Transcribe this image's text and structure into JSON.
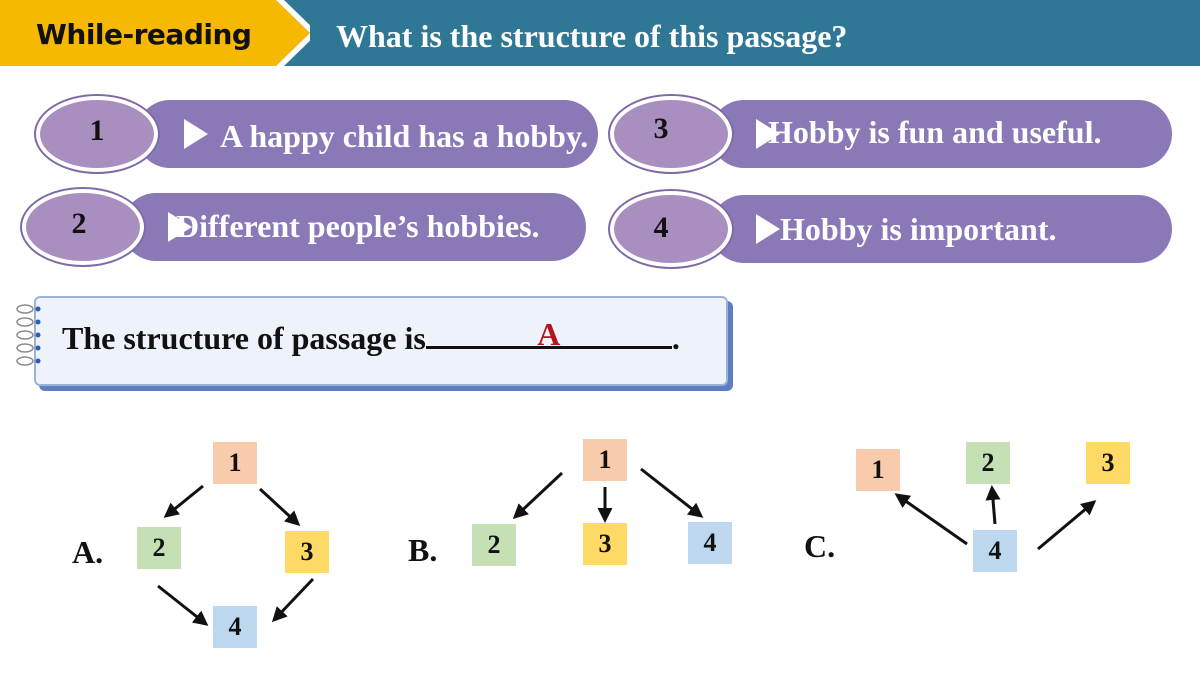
{
  "header": {
    "tag_label": "While-reading",
    "question": "What is the structure of this passage?",
    "tag_color": "#f6b800",
    "bar_color": "#2f7895"
  },
  "statements": [
    {
      "number": "1",
      "text": "A happy child has a hobby."
    },
    {
      "number": "2",
      "text": "Different people’s hobbies."
    },
    {
      "number": "3",
      "text": "Hobby is fun and useful."
    },
    {
      "number": "4",
      "text": "Hobby is important."
    }
  ],
  "note": {
    "prefix": "The structure of passage is",
    "answer": "A",
    "suffix": "."
  },
  "options": [
    {
      "label": "A.",
      "boxes": [
        "1",
        "2",
        "3",
        "4"
      ]
    },
    {
      "label": "B.",
      "boxes": [
        "1",
        "2",
        "3",
        "4"
      ]
    },
    {
      "label": "C.",
      "boxes": [
        "1",
        "2",
        "3",
        "4"
      ]
    }
  ],
  "box_colors": {
    "1": "#f8cbad",
    "2": "#c5e0b4",
    "3": "#ffd966",
    "4": "#bdd7ee"
  },
  "pill_colors": {
    "body": "#8a78b7",
    "bubble": "#a98fc0"
  },
  "answer_color": "#b3151b"
}
